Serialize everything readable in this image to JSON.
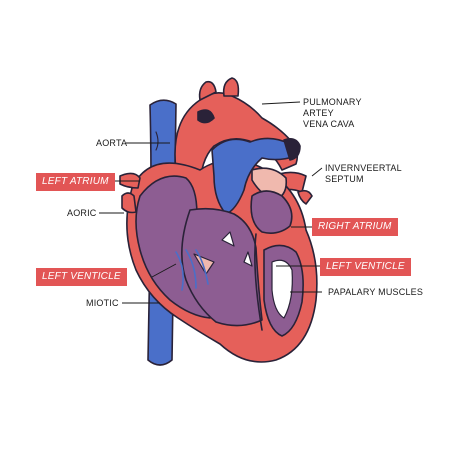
{
  "labels": {
    "pulmonary_artery": "PULMONARY\nARTEY\nVENA CAVA",
    "aorta": "AORTA",
    "interventricular_septum": "INVERNVEERTAL\nSEPTUM",
    "aoric": "AORIC",
    "miotic": "MIOTIC",
    "papillary_muscles": "PAPALARY MUSCLES"
  },
  "badges": {
    "left_atrium": "LEFT ATRIUM",
    "right_atrium": "RIGHT ATRIUM",
    "left_ventricle_left": "LEFT VENTICLE",
    "left_ventricle_right": "LEFT VENTICLE"
  },
  "colors": {
    "red": "#e5605a",
    "blue": "#4a6fc9",
    "purple": "#8d5d92",
    "pink": "#f0b9ae",
    "outline": "#2a2238",
    "badge": "#e25555"
  }
}
